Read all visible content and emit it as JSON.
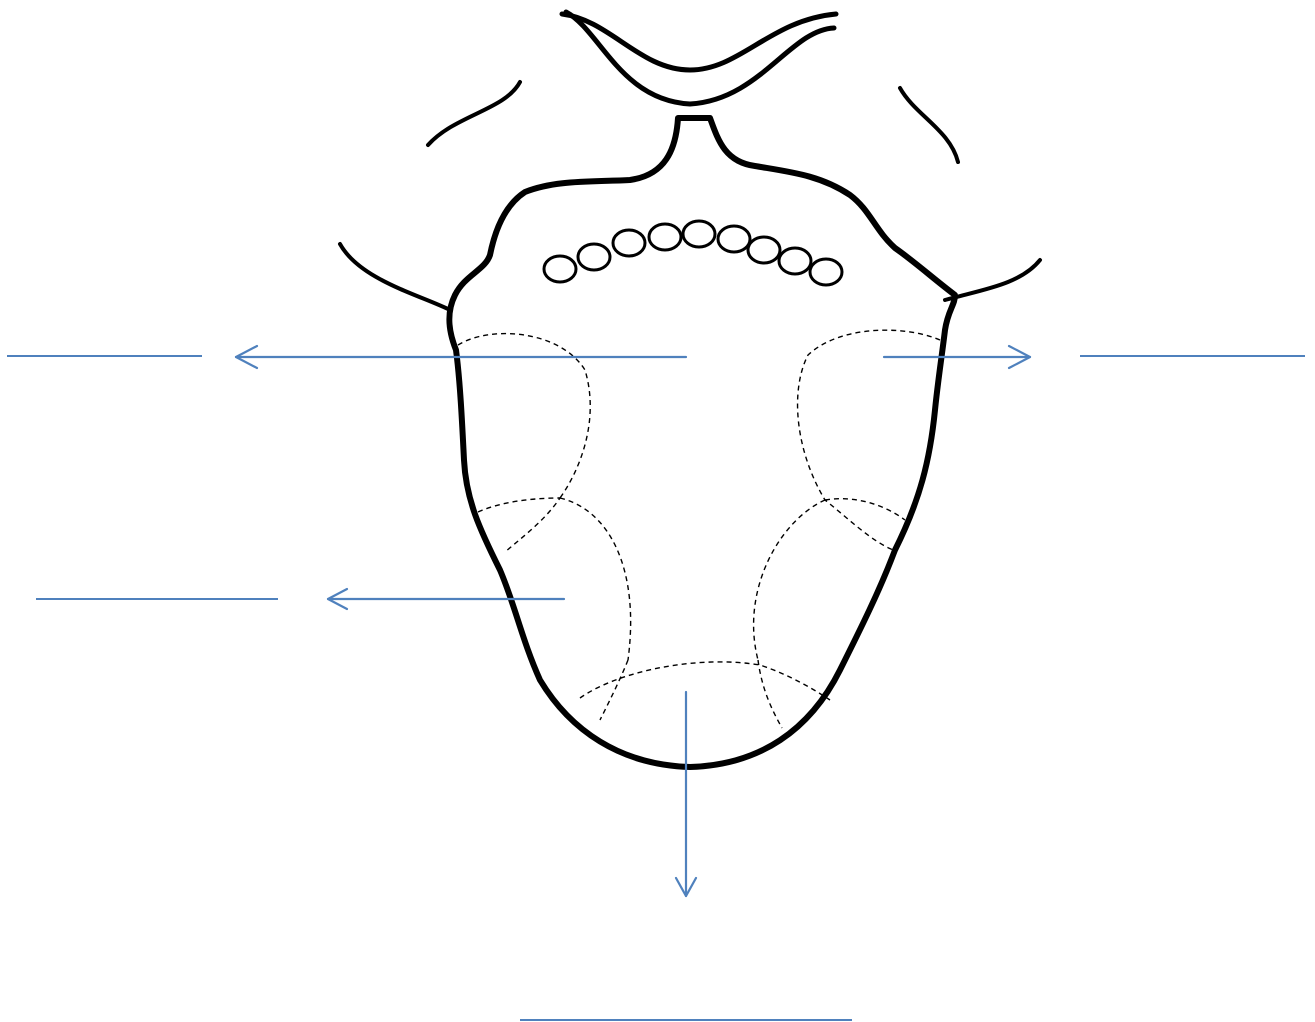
{
  "diagram": {
    "subject": "tongue-taste-regions",
    "colors": {
      "outline": "#000000",
      "pointer": "#4f81bd",
      "background": "#ffffff"
    },
    "papillae_count": 9,
    "labels": [
      {
        "id": "left-upper",
        "text": ""
      },
      {
        "id": "right-upper",
        "text": ""
      },
      {
        "id": "left-lower",
        "text": ""
      },
      {
        "id": "tip",
        "text": ""
      }
    ]
  }
}
